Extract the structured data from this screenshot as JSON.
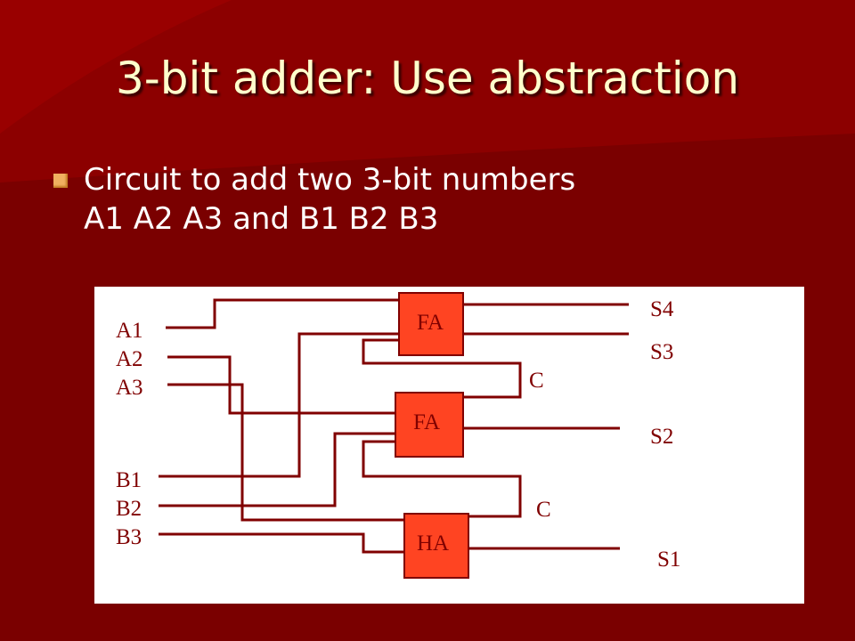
{
  "slide": {
    "title": "3-bit adder: Use abstraction",
    "bullet": {
      "line1": "Circuit to add two 3-bit numbers",
      "line2": "A1 A2 A3 and B1 B2 B3"
    }
  },
  "diagram": {
    "inputs": [
      "A1",
      "A2",
      "A3",
      "B1",
      "B2",
      "B3"
    ],
    "blocks": [
      "FA",
      "FA",
      "HA"
    ],
    "outputs": [
      "S4",
      "S3",
      "S2",
      "S1"
    ],
    "carries": [
      "C",
      "C"
    ]
  },
  "colors": {
    "background": "#7a0000",
    "title": "#ffffcc",
    "bullet": "#f0b060",
    "panel": "#ffffff",
    "block_fill": "#ff4422",
    "wire": "#800000"
  }
}
